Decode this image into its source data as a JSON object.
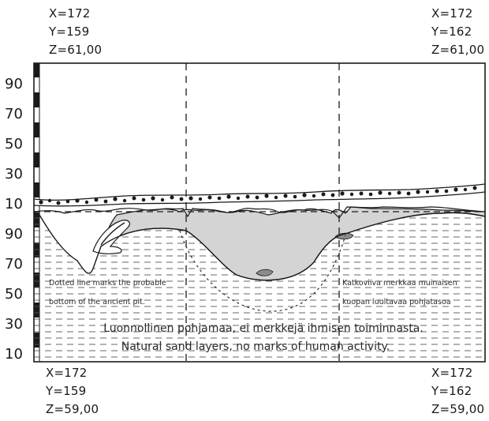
{
  "corners": {
    "top_left": {
      "x": "X=172",
      "y": "Y=159",
      "z": "Z=61,00"
    },
    "top_right": {
      "x": "X=172",
      "y": "Y=162",
      "z": "Z=61,00"
    },
    "bottom_left": {
      "x": "X=172",
      "y": "Y=159",
      "z": "Z=59,00"
    },
    "bottom_right": {
      "x": "X=172",
      "y": "Y=162",
      "z": "Z=59,00"
    }
  },
  "scale": {
    "upper_ticks": [
      "90",
      "70",
      "50",
      "30",
      "10"
    ],
    "lower_ticks": [
      "90",
      "70",
      "50",
      "30",
      "10"
    ]
  },
  "annotations": {
    "left_line1": "Dotted line marks the probable",
    "left_line2": "bottom of the ancient pit.",
    "right_line1": "Katkoviiva merkkaa muinaisen",
    "right_line2": "kuopan luultavaa pohjatasoa",
    "natural_fi": "Luonnollinen pohjamaa, ei merkkejä ihmisen toiminnasta.",
    "natural_en": "Natural sand layers, no marks of human activity."
  },
  "colors": {
    "line": "#1a1a1a",
    "pit_fill": "#d4d4d4",
    "dark_patch": "#8c8c8c",
    "background": "#ffffff"
  }
}
